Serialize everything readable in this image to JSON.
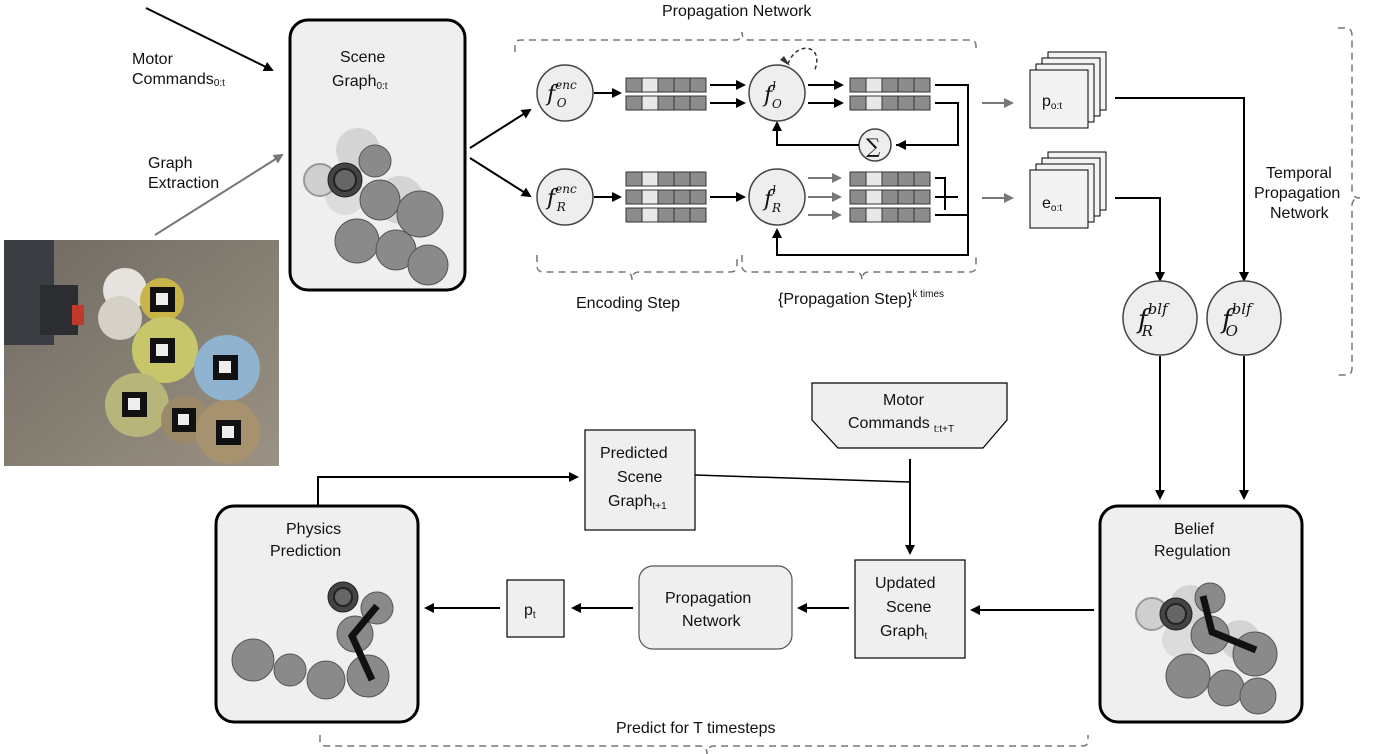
{
  "inputs": {
    "motor_commands": "Motor",
    "motor_commands_line2": "Commands",
    "motor_commands_sub": "0:t",
    "graph_extraction": "Graph",
    "graph_extraction_line2": "Extraction"
  },
  "scene_graph": {
    "line1": "Scene",
    "line2": "Graph",
    "sub": "0:t"
  },
  "propagation_network": {
    "title": "Propagation Network",
    "encoding_step": "Encoding Step",
    "propagation_step": "{Propagation Step}",
    "propagation_step_sup": "k times",
    "f_o_enc": "f",
    "f_o_enc_sup": "enc",
    "f_o_enc_sub": "O",
    "f_r_enc": "f",
    "f_r_enc_sup": "enc",
    "f_r_enc_sub": "R",
    "f_o_l": "f",
    "f_o_l_sup": "l",
    "f_o_l_sub": "O",
    "f_r_l": "f",
    "f_r_l_sup": "l",
    "f_r_l_sub": "R",
    "sum": "∑"
  },
  "outputs": {
    "p": "p",
    "p_sub": "o:t",
    "e": "e",
    "e_sub": "o:t"
  },
  "temporal": {
    "line1": "Temporal",
    "line2": "Propagation",
    "line3": "Network"
  },
  "belief": {
    "f_r": "f",
    "f_r_sup": "blf",
    "f_r_sub": "R",
    "f_o": "f",
    "f_o_sup": "blf",
    "f_o_sub": "O",
    "line1": "Belief",
    "line2": "Regulation"
  },
  "motor_future": {
    "line1": "Motor",
    "line2": "Commands",
    "sub": "t:t+T"
  },
  "predicted": {
    "line1": "Predicted",
    "line2": "Scene",
    "line3": "Graph",
    "sub": "t+1"
  },
  "updated": {
    "line1": "Updated",
    "line2": "Scene",
    "line3": "Graph",
    "sub": "t"
  },
  "prop_net_box": {
    "line1": "Propagation",
    "line2": "Network"
  },
  "pt": {
    "label": "p",
    "sub": "t"
  },
  "physics": {
    "line1": "Physics",
    "line2": "Prediction"
  },
  "footer": {
    "predict_label": "Predict for T timesteps"
  },
  "colors": {
    "box_fill": "#efefef",
    "circle_fill": "#8a8a8a",
    "vec_dark": "#8c8c8c",
    "vec_light": "#e8e8e8",
    "arrow_gray": "#777777"
  }
}
